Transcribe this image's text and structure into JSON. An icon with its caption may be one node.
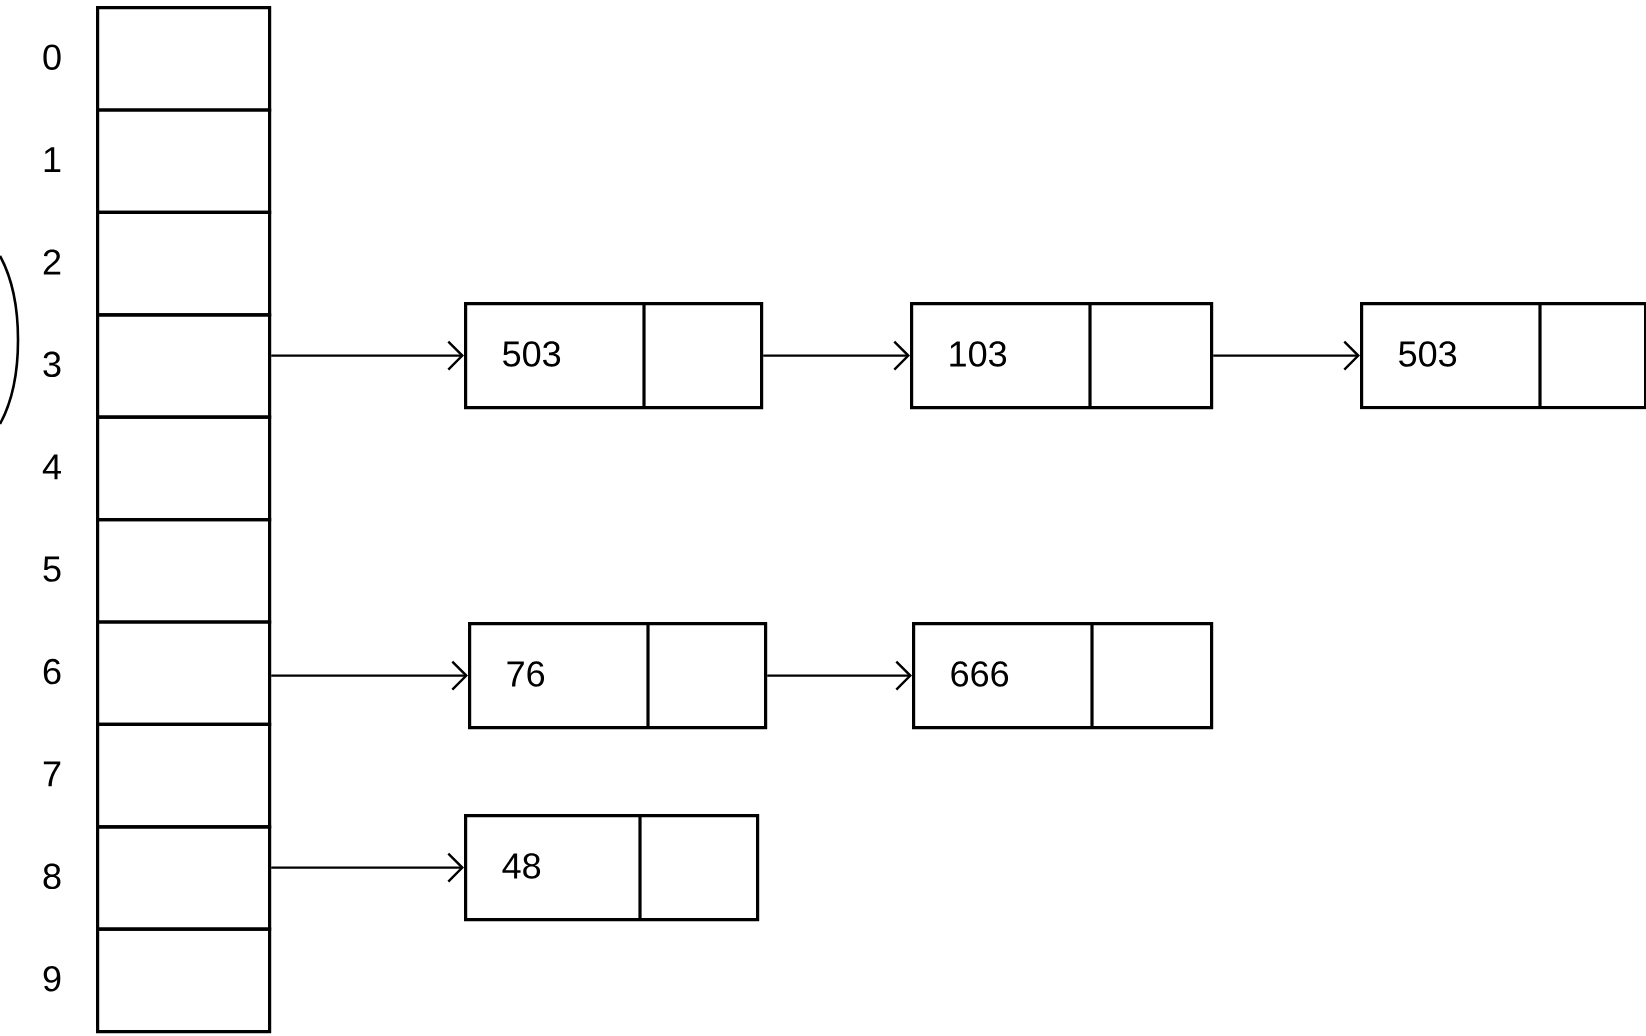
{
  "diagram": {
    "nodes": [
      {
        "text": [],
        "shape": "box",
        "beside": [
          "0"
        ]
      },
      {
        "text": [],
        "shape": "box",
        "beside": [
          "1"
        ]
      },
      {
        "text": [],
        "shape": "box",
        "beside": [
          "2"
        ]
      },
      {
        "text": [],
        "shape": "box",
        "beside": [
          "3"
        ]
      },
      {
        "text": [],
        "shape": "box",
        "beside": [
          "4"
        ]
      },
      {
        "text": [],
        "shape": "box",
        "beside": [
          "5"
        ]
      },
      {
        "text": [],
        "shape": "box",
        "beside": [
          "6"
        ]
      },
      {
        "text": [],
        "shape": "box",
        "beside": [
          "7"
        ]
      },
      {
        "text": [],
        "shape": "box",
        "beside": [
          "8"
        ]
      },
      {
        "text": [],
        "shape": "box",
        "beside": [
          "9"
        ]
      },
      {
        "text": [
          "503"
        ]
      },
      {
        "text": [
          "103"
        ]
      },
      {
        "text": [
          "503"
        ]
      },
      {
        "text": [
          "76"
        ]
      },
      {
        "text": [
          "666"
        ]
      },
      {
        "text": [
          "48"
        ]
      }
    ],
    "edges": [
      {
        "from": 3,
        "to": 10,
        "arrow": "to"
      },
      {
        "from": 10,
        "to": 11,
        "arrow": "to"
      },
      {
        "from": 11,
        "to": 12,
        "arrow": "to"
      },
      {
        "from": 6,
        "to": 13,
        "arrow": "to"
      },
      {
        "from": 13,
        "to": 14,
        "arrow": "to"
      },
      {
        "from": 8,
        "to": 15,
        "arrow": "to"
      }
    ]
  }
}
